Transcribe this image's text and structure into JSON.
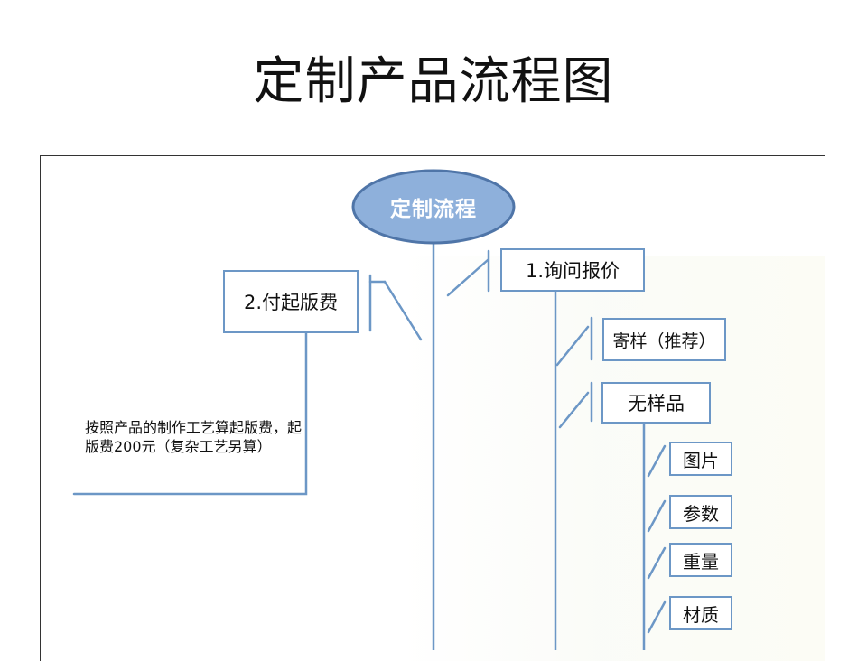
{
  "title": "定制产品流程图",
  "root": "定制流程",
  "steps": {
    "inquiry": "1.询问报价",
    "plate_fee": "2.付起版费",
    "send_sample": "寄样（推荐）",
    "no_sample": "无样品"
  },
  "no_sample_items": [
    "图片",
    "参数",
    "重量",
    "材质"
  ],
  "plate_fee_note": "按照产品的制作工艺算起版费，起版费200元（复杂工艺另算）",
  "colors": {
    "line": "#6c97c6",
    "ellipse_fill": "#8eb0db",
    "ellipse_border": "#4f75a8"
  }
}
